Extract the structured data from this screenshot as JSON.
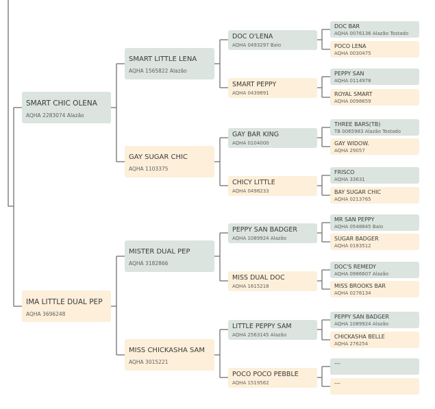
{
  "colors": {
    "sire_box": "#dbe4df",
    "dam_box": "#fdefd9",
    "connector": "#707070"
  },
  "pedigree": {
    "gen1": [
      {
        "name": "SMART CHIC OLENA",
        "reg": "AQHA 2283074 Alazão"
      },
      {
        "name": "IMA LITTLE DUAL PEP",
        "reg": "AQHA 3696248"
      }
    ],
    "gen2": [
      {
        "name": "SMART LITTLE LENA",
        "reg": "AQHA 1565822 Alazão"
      },
      {
        "name": "GAY SUGAR CHIC",
        "reg": "AQHA 1103375"
      },
      {
        "name": "MISTER DUAL PEP",
        "reg": "AQHA 3182866"
      },
      {
        "name": "MISS CHICKASHA SAM",
        "reg": "AQHA 3015221"
      }
    ],
    "gen3": [
      {
        "name": "DOC O'LENA",
        "reg": "AQHA 0493297 Baio"
      },
      {
        "name": "SMART PEPPY",
        "reg": "AQHA 0439891"
      },
      {
        "name": "GAY BAR KING",
        "reg": "AQHA 0104000"
      },
      {
        "name": "CHICY LITTLE",
        "reg": "AQHA 0498233"
      },
      {
        "name": "PEPPY SAN BADGER",
        "reg": "AQHA 1089924 Alazão"
      },
      {
        "name": "MISS DUAL DOC",
        "reg": "AQHA 1615218"
      },
      {
        "name": "LITTLE PEPPY SAM",
        "reg": "AQHA 2563145 Alazão"
      },
      {
        "name": "POCO POCO PEBBLE",
        "reg": "AQHA 1519562"
      }
    ],
    "gen4": [
      {
        "name": "DOC BAR",
        "reg": "AQHA 0076136 Alazão Tostado"
      },
      {
        "name": "POCO LENA",
        "reg": "AQHA 0030475"
      },
      {
        "name": "PEPPY SAN",
        "reg": "AQHA 0114978"
      },
      {
        "name": "ROYAL SMART",
        "reg": "AQHA 0098659"
      },
      {
        "name": "THREE BARS(TB)",
        "reg": "TB 0065983 Alazão Tostado"
      },
      {
        "name": "GAY WIDOW.",
        "reg": "AQHA 29057"
      },
      {
        "name": "FRISCO",
        "reg": "AQHA 33631"
      },
      {
        "name": "BAY SUGAR CHIC",
        "reg": "AQHA 0213765"
      },
      {
        "name": "MR SAN PEPPY",
        "reg": "AQHA 0548845 Baio"
      },
      {
        "name": "SUGAR BADGER",
        "reg": "AQHA 0183512"
      },
      {
        "name": "DOC'S REMEDY",
        "reg": "AQHA 0986607 Alazão"
      },
      {
        "name": "MISS BROOKS BAR",
        "reg": "AQHA 0276134"
      },
      {
        "name": "PEPPY SAN BADGER",
        "reg": "AQHA 1089924 Alazão"
      },
      {
        "name": "CHICKASHA BELLE",
        "reg": "AQHA 276254"
      },
      {
        "name": "---",
        "reg": ""
      },
      {
        "name": "---",
        "reg": ""
      }
    ]
  }
}
